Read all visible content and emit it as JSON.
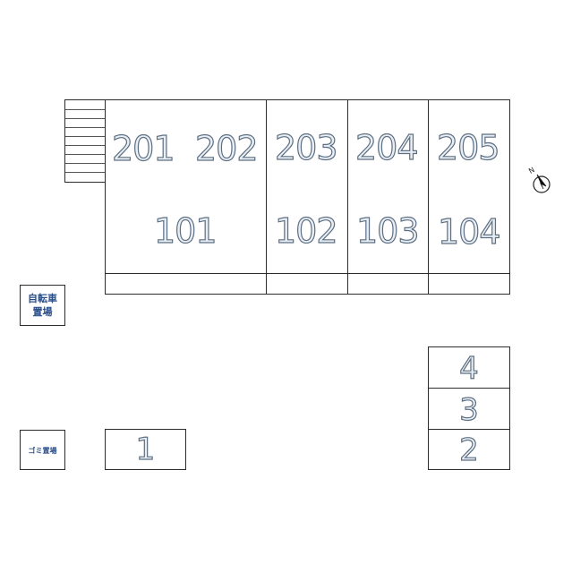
{
  "building": {
    "rooms_upper": [
      "201",
      "202",
      "203",
      "204",
      "205"
    ],
    "rooms_lower": [
      "101",
      "102",
      "103",
      "104"
    ]
  },
  "parking": {
    "left_space": "1",
    "right_stack": [
      "4",
      "3",
      "2"
    ]
  },
  "labels": {
    "bicycle_line1": "自転車",
    "bicycle_line2": "置場",
    "garbage": "ゴミ置場"
  },
  "compass": {
    "north": "N"
  }
}
